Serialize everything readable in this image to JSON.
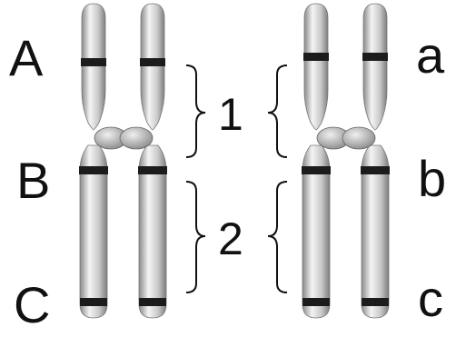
{
  "labels": {
    "left_upper": "A",
    "left_middle": "B",
    "left_lower": "C",
    "right_upper": "a",
    "right_middle": "b",
    "right_lower": "c",
    "bracket_upper": "1",
    "bracket_lower": "2"
  },
  "colors": {
    "chromatid_light": "#f4f4f4",
    "chromatid_mid": "#c9c9c9",
    "chromatid_dark": "#8a8a8a",
    "band": "#1c1c1c",
    "text": "#111111"
  }
}
